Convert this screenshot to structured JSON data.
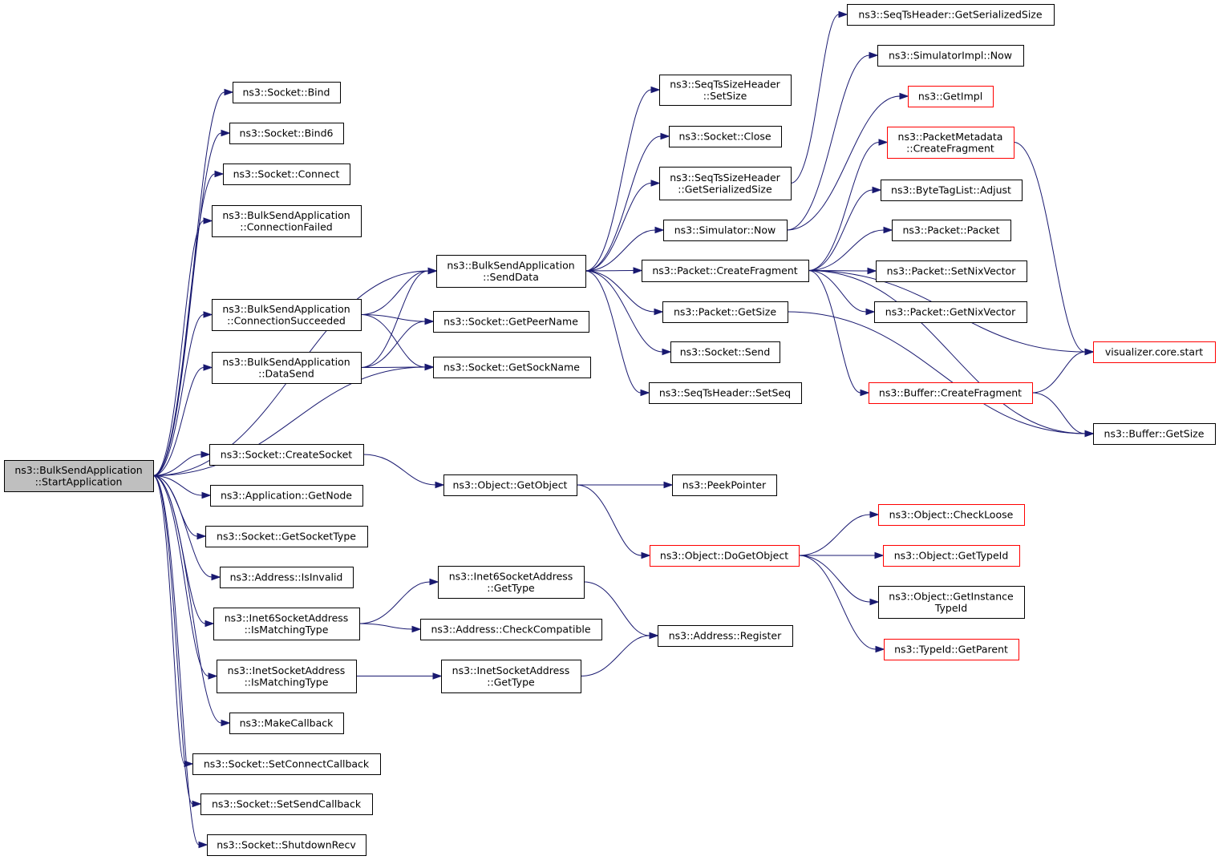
{
  "graph": {
    "colors": {
      "edge": "#191970",
      "root_fill": "#bfbfbf",
      "node_border": "#000000",
      "truncated_border": "#ff0000"
    },
    "nodes": [
      {
        "id": "n0",
        "lines": [
          "ns3::BulkSendApplication",
          "::StartApplication"
        ],
        "style": "root"
      },
      {
        "id": "n1",
        "lines": [
          "ns3::Socket::Bind"
        ]
      },
      {
        "id": "n2",
        "lines": [
          "ns3::Socket::Bind6"
        ]
      },
      {
        "id": "n3",
        "lines": [
          "ns3::Socket::Connect"
        ]
      },
      {
        "id": "n4",
        "lines": [
          "ns3::BulkSendApplication",
          "::ConnectionFailed"
        ]
      },
      {
        "id": "n5",
        "lines": [
          "ns3::BulkSendApplication",
          "::ConnectionSucceeded"
        ]
      },
      {
        "id": "n6",
        "lines": [
          "ns3::BulkSendApplication",
          "::DataSend"
        ]
      },
      {
        "id": "n7",
        "lines": [
          "ns3::Socket::CreateSocket"
        ]
      },
      {
        "id": "n8",
        "lines": [
          "ns3::Application::GetNode"
        ]
      },
      {
        "id": "n9",
        "lines": [
          "ns3::Socket::GetSocketType"
        ]
      },
      {
        "id": "n10",
        "lines": [
          "ns3::Address::IsInvalid"
        ]
      },
      {
        "id": "n11",
        "lines": [
          "ns3::Inet6SocketAddress",
          "::IsMatchingType"
        ]
      },
      {
        "id": "n12",
        "lines": [
          "ns3::InetSocketAddress",
          "::IsMatchingType"
        ]
      },
      {
        "id": "n13",
        "lines": [
          "ns3::MakeCallback"
        ]
      },
      {
        "id": "n14",
        "lines": [
          "ns3::Socket::SetConnectCallback"
        ]
      },
      {
        "id": "n15",
        "lines": [
          "ns3::Socket::SetSendCallback"
        ]
      },
      {
        "id": "n16",
        "lines": [
          "ns3::Socket::ShutdownRecv"
        ]
      },
      {
        "id": "n17",
        "lines": [
          "ns3::BulkSendApplication",
          "::SendData"
        ]
      },
      {
        "id": "n18",
        "lines": [
          "ns3::Socket::GetPeerName"
        ]
      },
      {
        "id": "n19",
        "lines": [
          "ns3::Socket::GetSockName"
        ]
      },
      {
        "id": "n20",
        "lines": [
          "ns3::Object::GetObject"
        ]
      },
      {
        "id": "n21",
        "lines": [
          "ns3::Inet6SocketAddress",
          "::GetType"
        ]
      },
      {
        "id": "n22",
        "lines": [
          "ns3::Address::CheckCompatible"
        ]
      },
      {
        "id": "n23",
        "lines": [
          "ns3::InetSocketAddress",
          "::GetType"
        ]
      },
      {
        "id": "n24",
        "lines": [
          "ns3::SeqTsSizeHeader",
          "::SetSize"
        ]
      },
      {
        "id": "n25",
        "lines": [
          "ns3::Socket::Close"
        ]
      },
      {
        "id": "n26",
        "lines": [
          "ns3::SeqTsSizeHeader",
          "::GetSerializedSize"
        ]
      },
      {
        "id": "n27",
        "lines": [
          "ns3::Simulator::Now"
        ]
      },
      {
        "id": "n28",
        "lines": [
          "ns3::Packet::CreateFragment"
        ]
      },
      {
        "id": "n29",
        "lines": [
          "ns3::Packet::GetSize"
        ]
      },
      {
        "id": "n30",
        "lines": [
          "ns3::Socket::Send"
        ]
      },
      {
        "id": "n31",
        "lines": [
          "ns3::SeqTsHeader::SetSeq"
        ]
      },
      {
        "id": "n32",
        "lines": [
          "ns3::PeekPointer"
        ]
      },
      {
        "id": "n33",
        "lines": [
          "ns3::Object::DoGetObject"
        ],
        "style": "truncated"
      },
      {
        "id": "n34",
        "lines": [
          "ns3::Address::Register"
        ]
      },
      {
        "id": "n35",
        "lines": [
          "ns3::SeqTsHeader::GetSerializedSize"
        ]
      },
      {
        "id": "n36",
        "lines": [
          "ns3::SimulatorImpl::Now"
        ]
      },
      {
        "id": "n37",
        "lines": [
          "ns3::GetImpl"
        ],
        "style": "truncated"
      },
      {
        "id": "n38",
        "lines": [
          "ns3::PacketMetadata",
          "::CreateFragment"
        ],
        "style": "truncated"
      },
      {
        "id": "n39",
        "lines": [
          "ns3::ByteTagList::Adjust"
        ]
      },
      {
        "id": "n40",
        "lines": [
          "ns3::Packet::Packet"
        ]
      },
      {
        "id": "n41",
        "lines": [
          "ns3::Packet::SetNixVector"
        ]
      },
      {
        "id": "n42",
        "lines": [
          "ns3::Packet::GetNixVector"
        ]
      },
      {
        "id": "n43",
        "lines": [
          "visualizer.core.start"
        ],
        "style": "truncated"
      },
      {
        "id": "n44",
        "lines": [
          "ns3::Buffer::CreateFragment"
        ],
        "style": "truncated"
      },
      {
        "id": "n45",
        "lines": [
          "ns3::Buffer::GetSize"
        ]
      },
      {
        "id": "n46",
        "lines": [
          "ns3::Object::CheckLoose"
        ],
        "style": "truncated"
      },
      {
        "id": "n47",
        "lines": [
          "ns3::Object::GetTypeId"
        ],
        "style": "truncated"
      },
      {
        "id": "n48",
        "lines": [
          "ns3::Object::GetInstance",
          "TypeId"
        ]
      },
      {
        "id": "n49",
        "lines": [
          "ns3::TypeId::GetParent"
        ],
        "style": "truncated"
      }
    ],
    "edges": [
      {
        "from": "n0",
        "to": "n1"
      },
      {
        "from": "n0",
        "to": "n2"
      },
      {
        "from": "n0",
        "to": "n3"
      },
      {
        "from": "n0",
        "to": "n4"
      },
      {
        "from": "n0",
        "to": "n17"
      },
      {
        "from": "n0",
        "to": "n5"
      },
      {
        "from": "n0",
        "to": "n6"
      },
      {
        "from": "n0",
        "to": "n19"
      },
      {
        "from": "n0",
        "to": "n7"
      },
      {
        "from": "n0",
        "to": "n8"
      },
      {
        "from": "n0",
        "to": "n9"
      },
      {
        "from": "n0",
        "to": "n10"
      },
      {
        "from": "n0",
        "to": "n11"
      },
      {
        "from": "n0",
        "to": "n12"
      },
      {
        "from": "n0",
        "to": "n13"
      },
      {
        "from": "n0",
        "to": "n14"
      },
      {
        "from": "n0",
        "to": "n15"
      },
      {
        "from": "n0",
        "to": "n16"
      },
      {
        "from": "n5",
        "to": "n17"
      },
      {
        "from": "n5",
        "to": "n18"
      },
      {
        "from": "n5",
        "to": "n19"
      },
      {
        "from": "n6",
        "to": "n17"
      },
      {
        "from": "n6",
        "to": "n18"
      },
      {
        "from": "n6",
        "to": "n19"
      },
      {
        "from": "n7",
        "to": "n20"
      },
      {
        "from": "n11",
        "to": "n21"
      },
      {
        "from": "n11",
        "to": "n22"
      },
      {
        "from": "n12",
        "to": "n23"
      },
      {
        "from": "n17",
        "to": "n24"
      },
      {
        "from": "n17",
        "to": "n25"
      },
      {
        "from": "n17",
        "to": "n26"
      },
      {
        "from": "n17",
        "to": "n27"
      },
      {
        "from": "n17",
        "to": "n28"
      },
      {
        "from": "n17",
        "to": "n29"
      },
      {
        "from": "n17",
        "to": "n30"
      },
      {
        "from": "n17",
        "to": "n31"
      },
      {
        "from": "n20",
        "to": "n32"
      },
      {
        "from": "n20",
        "to": "n33"
      },
      {
        "from": "n21",
        "to": "n34"
      },
      {
        "from": "n23",
        "to": "n34"
      },
      {
        "from": "n26",
        "to": "n35"
      },
      {
        "from": "n27",
        "to": "n36"
      },
      {
        "from": "n27",
        "to": "n37"
      },
      {
        "from": "n28",
        "to": "n38"
      },
      {
        "from": "n28",
        "to": "n39"
      },
      {
        "from": "n28",
        "to": "n40"
      },
      {
        "from": "n28",
        "to": "n41"
      },
      {
        "from": "n28",
        "to": "n42"
      },
      {
        "from": "n28",
        "to": "n43"
      },
      {
        "from": "n28",
        "to": "n44"
      },
      {
        "from": "n28",
        "to": "n45"
      },
      {
        "from": "n29",
        "to": "n45"
      },
      {
        "from": "n38",
        "to": "n43"
      },
      {
        "from": "n44",
        "to": "n43"
      },
      {
        "from": "n44",
        "to": "n45"
      },
      {
        "from": "n33",
        "to": "n46"
      },
      {
        "from": "n33",
        "to": "n47"
      },
      {
        "from": "n33",
        "to": "n48"
      },
      {
        "from": "n33",
        "to": "n49"
      }
    ]
  }
}
